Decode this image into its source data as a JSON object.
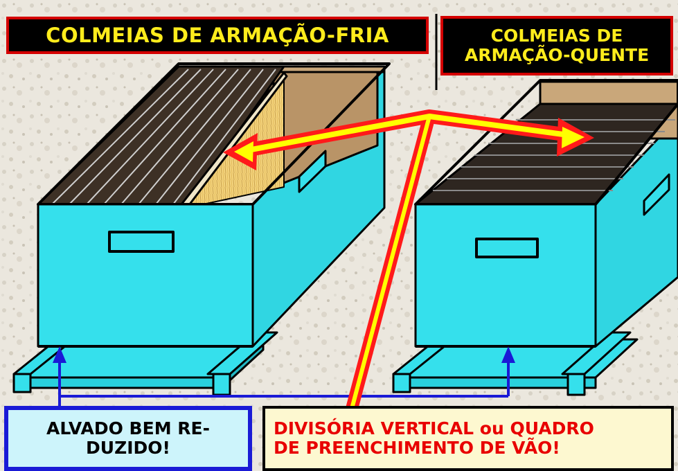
{
  "titles": {
    "cold_frame": "COLMEIAS DE ARMAÇÃO-FRIA",
    "warm_frame_line1": "COLMEIAS DE",
    "warm_frame_line2": "ARMAÇÃO-QUENTE"
  },
  "callouts": {
    "entrance_line1": "ALVADO BEM RE-",
    "entrance_line2": "DUZIDO!",
    "divider_line1": "DIVISÓRIA VERTICAL ou QUADRO",
    "divider_line2": "DE PREENCHIMENTO DE VÃO!"
  },
  "colors": {
    "hive_body": "#35e0ec",
    "outline": "#000000",
    "frame_bars": "#4a3a2c",
    "comb": "#f2d27a",
    "interior_wood": "#c9a77a",
    "arrow_outer": "#ff1a1a",
    "arrow_inner": "#ffff00",
    "pointer_blue": "#1a1ad6",
    "background_texture": "#e9e5dc"
  }
}
